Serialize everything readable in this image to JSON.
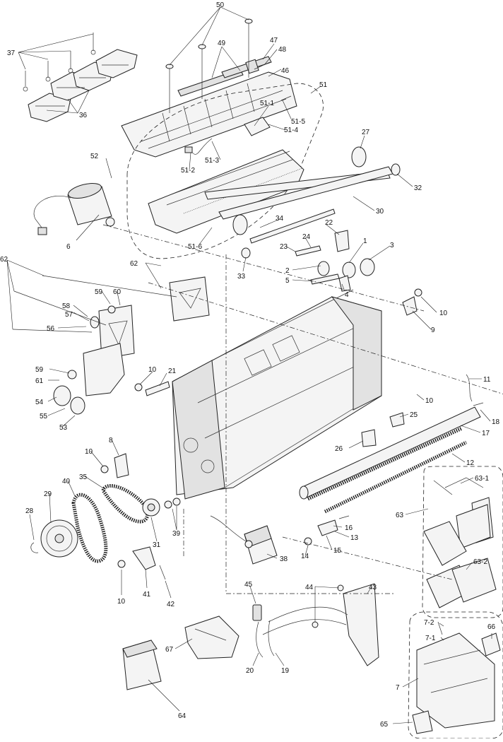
{
  "diagram": {
    "callouts": [
      {
        "id": "c50",
        "label": "50"
      },
      {
        "id": "c47",
        "label": "47"
      },
      {
        "id": "c48",
        "label": "48"
      },
      {
        "id": "c49",
        "label": "49"
      },
      {
        "id": "c46",
        "label": "46"
      },
      {
        "id": "c51",
        "label": "51"
      },
      {
        "id": "c51-1",
        "label": "51-1"
      },
      {
        "id": "c51-5",
        "label": "51-5"
      },
      {
        "id": "c51-4",
        "label": "51-4"
      },
      {
        "id": "c37",
        "label": "37"
      },
      {
        "id": "c36",
        "label": "36"
      },
      {
        "id": "c52",
        "label": "52"
      },
      {
        "id": "c51-3",
        "label": "51-3"
      },
      {
        "id": "c51-2",
        "label": "51-2"
      },
      {
        "id": "c27",
        "label": "27"
      },
      {
        "id": "c32",
        "label": "32"
      },
      {
        "id": "c30",
        "label": "30"
      },
      {
        "id": "c6",
        "label": "6"
      },
      {
        "id": "c51-6",
        "label": "51-6"
      },
      {
        "id": "c34",
        "label": "34"
      },
      {
        "id": "c22",
        "label": "22"
      },
      {
        "id": "c24",
        "label": "24"
      },
      {
        "id": "c23",
        "label": "23"
      },
      {
        "id": "c33",
        "label": "33"
      },
      {
        "id": "c1",
        "label": "1"
      },
      {
        "id": "c3",
        "label": "3"
      },
      {
        "id": "c2",
        "label": "2"
      },
      {
        "id": "c5",
        "label": "5"
      },
      {
        "id": "c4",
        "label": "4"
      },
      {
        "id": "c62a",
        "label": "62"
      },
      {
        "id": "c62b",
        "label": "62"
      },
      {
        "id": "c59a",
        "label": "59"
      },
      {
        "id": "c60",
        "label": "60"
      },
      {
        "id": "c58",
        "label": "58"
      },
      {
        "id": "c57",
        "label": "57"
      },
      {
        "id": "c56",
        "label": "56"
      },
      {
        "id": "c10a",
        "label": "10"
      },
      {
        "id": "c9",
        "label": "9"
      },
      {
        "id": "c59b",
        "label": "59"
      },
      {
        "id": "c61",
        "label": "61"
      },
      {
        "id": "c54",
        "label": "54"
      },
      {
        "id": "c55",
        "label": "55"
      },
      {
        "id": "c53",
        "label": "53"
      },
      {
        "id": "c10b",
        "label": "10"
      },
      {
        "id": "c21",
        "label": "21"
      },
      {
        "id": "c11",
        "label": "11"
      },
      {
        "id": "c10c",
        "label": "10"
      },
      {
        "id": "c25",
        "label": "25"
      },
      {
        "id": "c18",
        "label": "18"
      },
      {
        "id": "c17",
        "label": "17"
      },
      {
        "id": "c26",
        "label": "26"
      },
      {
        "id": "c12",
        "label": "12"
      },
      {
        "id": "c10d",
        "label": "10"
      },
      {
        "id": "c8",
        "label": "8"
      },
      {
        "id": "c40",
        "label": "40"
      },
      {
        "id": "c35",
        "label": "35"
      },
      {
        "id": "c29",
        "label": "29"
      },
      {
        "id": "c28",
        "label": "28"
      },
      {
        "id": "c39",
        "label": "39"
      },
      {
        "id": "c31",
        "label": "31"
      },
      {
        "id": "c63-1",
        "label": "63-1"
      },
      {
        "id": "c63",
        "label": "63"
      },
      {
        "id": "c16",
        "label": "16"
      },
      {
        "id": "c13",
        "label": "13"
      },
      {
        "id": "c15",
        "label": "15"
      },
      {
        "id": "c14",
        "label": "14"
      },
      {
        "id": "c38",
        "label": "38"
      },
      {
        "id": "c63-2",
        "label": "63-2"
      },
      {
        "id": "c10e",
        "label": "10"
      },
      {
        "id": "c41",
        "label": "41"
      },
      {
        "id": "c42",
        "label": "42"
      },
      {
        "id": "c45",
        "label": "45"
      },
      {
        "id": "c44",
        "label": "44"
      },
      {
        "id": "c43",
        "label": "43"
      },
      {
        "id": "c7-2",
        "label": "7-2"
      },
      {
        "id": "c7-1",
        "label": "7-1"
      },
      {
        "id": "c66",
        "label": "66"
      },
      {
        "id": "c67",
        "label": "67"
      },
      {
        "id": "c20",
        "label": "20"
      },
      {
        "id": "c19",
        "label": "19"
      },
      {
        "id": "c7",
        "label": "7"
      },
      {
        "id": "c64",
        "label": "64"
      },
      {
        "id": "c65",
        "label": "65"
      }
    ]
  }
}
